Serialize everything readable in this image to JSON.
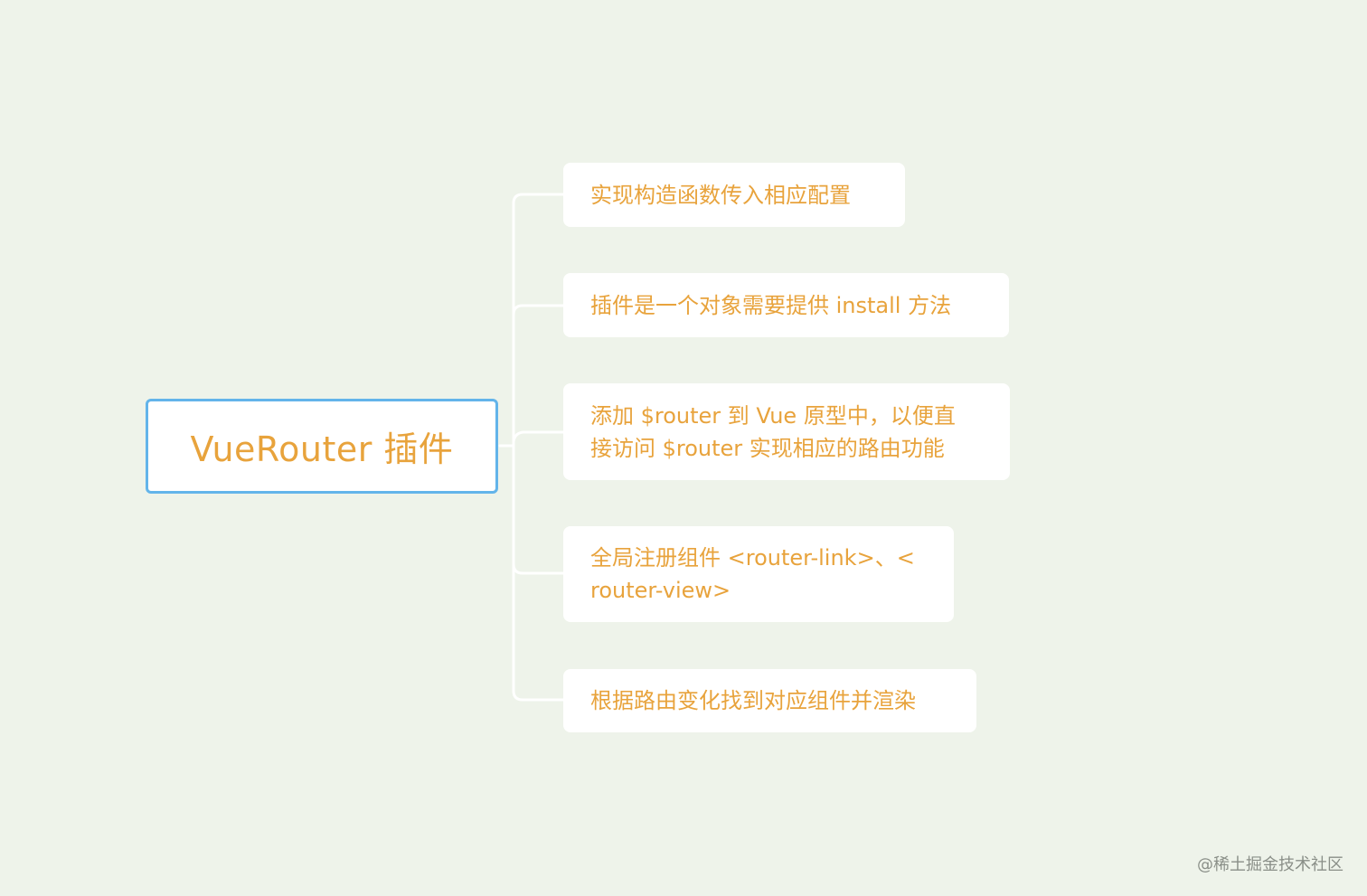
{
  "mindmap": {
    "root": {
      "label": "VueRouter 插件"
    },
    "children": [
      {
        "label": "实现构造函数传入相应配置"
      },
      {
        "label": "插件是一个对象需要提供 install 方法"
      },
      {
        "label": "添加 $router 到 Vue 原型中，以便直\n接访问 $router 实现相应的路由功能"
      },
      {
        "label": "全局注册组件 <router-link>、<\nrouter-view>"
      },
      {
        "label": "根据路由变化找到对应组件并渲染"
      }
    ]
  },
  "watermark": "@稀土掘金技术社区",
  "colors": {
    "background": "#eef3ea",
    "root_border": "#63b4ea",
    "text": "#e8a33c",
    "connector": "#ffffff"
  }
}
